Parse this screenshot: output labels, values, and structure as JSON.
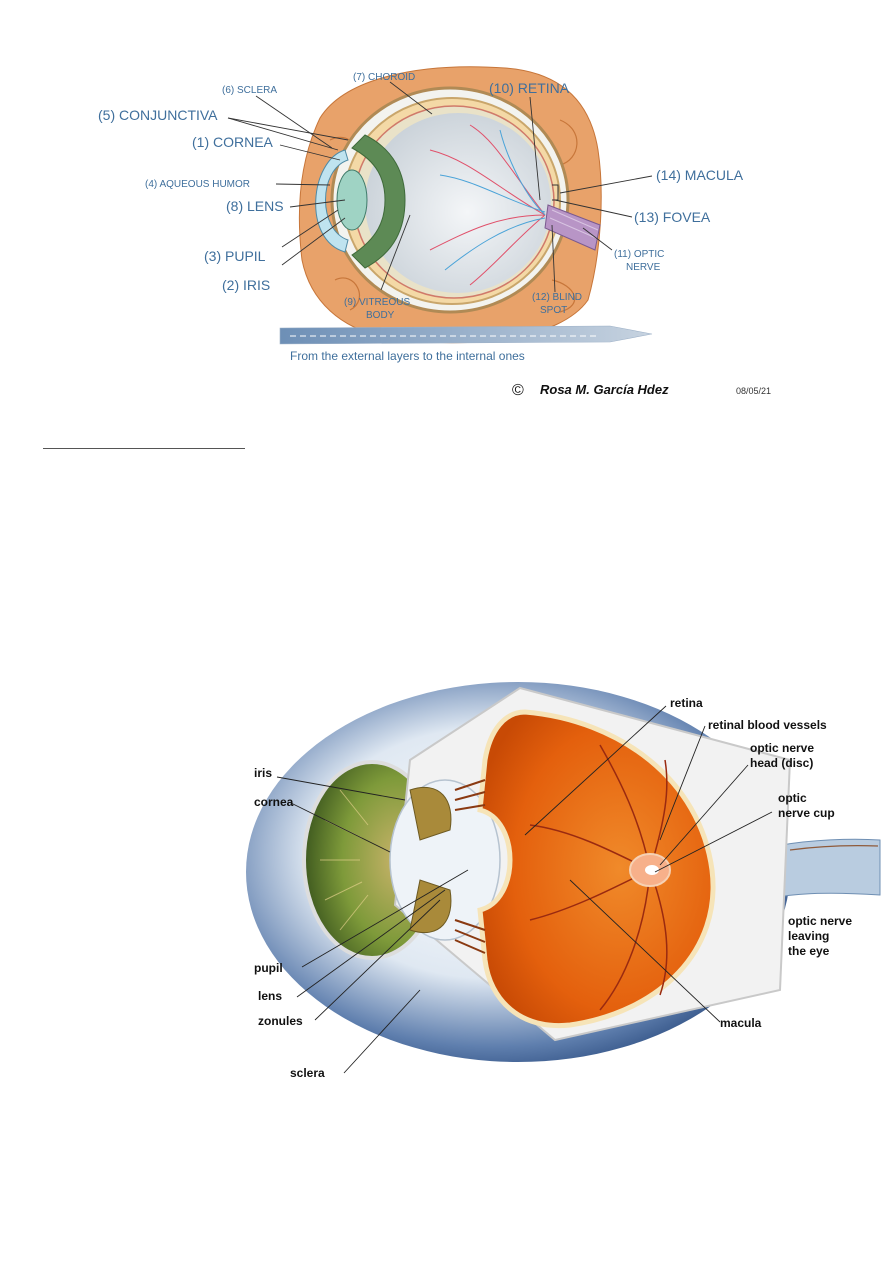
{
  "figure1": {
    "labels": {
      "sclera": "(6) SCLERA",
      "choroid": "(7) CHOROID",
      "retina": "(10) RETINA",
      "conjunctiva": "(5) CONJUNCTIVA",
      "cornea": "(1) CORNEA",
      "aqueous": "(4) AQUEOUS HUMOR",
      "macula": "(14) MACULA",
      "lens": "(8) LENS",
      "fovea": "(13) FOVEA",
      "optic_nerve_1": "(11) OPTIC",
      "optic_nerve_2": "NERVE",
      "pupil": "(3) PUPIL",
      "iris": "(2) IRIS",
      "vitreous_1": "(9) VITREOUS",
      "vitreous_2": "BODY",
      "blind_spot_1": "(12) BLIND",
      "blind_spot_2": "SPOT"
    },
    "caption": "From the external layers to the internal ones",
    "copyright_symbol": "©",
    "author": "Rosa M. García Hdez",
    "date": "08/05/21"
  },
  "figure2": {
    "labels": {
      "retina": "retina",
      "vessels": "retinal blood vessels",
      "disc_1": "optic nerve",
      "disc_2": "head (disc)",
      "iris": "iris",
      "cornea": "cornea",
      "cup_1": "optic",
      "cup_2": "nerve cup",
      "leaving_1": "optic nerve",
      "leaving_2": "leaving",
      "leaving_3": "the eye",
      "pupil": "pupil",
      "lens": "lens",
      "macula": "macula",
      "zonules": "zonules",
      "sclera": "sclera"
    }
  },
  "colors": {
    "label_blue": "#3f6f9c",
    "tissue_orange": "#e38a3a",
    "retina_orange": "#e8620e",
    "sclera_blue": "#3d5f8f",
    "iris_green": "#6f8c2f"
  }
}
